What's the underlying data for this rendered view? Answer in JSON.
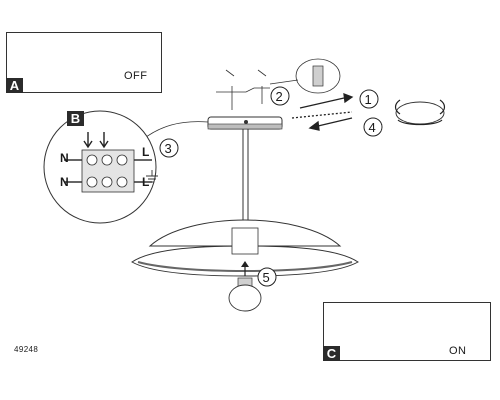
{
  "labels": {
    "panel_a": "A",
    "panel_b": "B",
    "panel_c": "C",
    "off": "OFF",
    "on": "ON",
    "model_number": "49248"
  },
  "steps": [
    "1",
    "2",
    "3",
    "4",
    "5"
  ],
  "terminals": {
    "left_top": "N",
    "left_bottom": "N",
    "right_top": "L",
    "right_bottom": "L"
  }
}
